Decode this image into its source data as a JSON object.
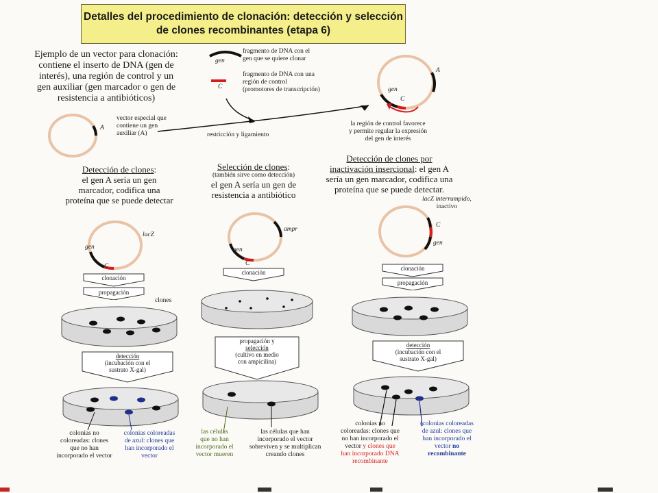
{
  "title": {
    "line1": "Detalles del procedimiento de clonación: detección y selección",
    "line2": "de clones recombinantes (etapa 6)"
  },
  "intro": {
    "lines": [
      "Ejemplo de un vector para clonación:",
      "contiene el inserto de DNA (gen de",
      "interés), una región de control y un",
      "gen auxiliar (gen marcador o gen de",
      "resistencia a antibióticos)"
    ]
  },
  "legend": {
    "gen_tag": "gen",
    "c_tag": "C",
    "a_tag": "A",
    "gen_desc": [
      "fragmento de DNA con el",
      "gen que se quiere clonar"
    ],
    "control_desc": [
      "fragmento de DNA con una",
      "región de control",
      "(promotores de transcripción)"
    ],
    "vector_desc": [
      "vector especial que",
      "contiene un gen",
      "auxiliar (A)"
    ],
    "restriction": "restricción y ligamiento",
    "control_note": [
      "la región de control favorece",
      "y permite regular la expresión",
      "del gen de interés"
    ]
  },
  "columns": {
    "left": {
      "heading_u": "Detección de clones",
      "heading_rest": ":",
      "lines": [
        "el gen A sería un gen",
        "marcador, codifica una",
        "proteína que se puede detectar"
      ],
      "plasmid_tag": "lacZ",
      "step1": "clonación",
      "step2": "propagación",
      "clones": "clones",
      "detect_u": "detección",
      "detect_rest": [
        "(incubación con el",
        "sustrato X-gal)"
      ],
      "cap_black": [
        "colonias no",
        "coloreadas: clones",
        "que no han",
        "incorporado el vector"
      ],
      "cap_blue": [
        "colonias coloreadas",
        "de azul: clones que",
        "han incorporado el",
        "vector"
      ]
    },
    "middle": {
      "heading_u": "Selección de clones",
      "heading_rest": ":",
      "sub": "(también sirve como detección)",
      "lines": [
        "el gen A sería un gen de",
        "resistencia a antibiótico"
      ],
      "plasmid_tag": "ampr",
      "step1": "clonación",
      "sel_lines": [
        "propagación y",
        "selección",
        "(cultivo en medio",
        "con ampicilina)"
      ],
      "cap_green": [
        "las células",
        "que no han",
        "incorporado el",
        "vector mueren"
      ],
      "cap_black": [
        "las células que han",
        "incorporado el vector",
        "sobreviven y se multiplican",
        "creando clones"
      ]
    },
    "right": {
      "heading_u1": "Detección de clones por",
      "heading_u2": "inactivación insercional",
      "heading_rest": ":  el gen A",
      "lines": [
        "sería un gen marcador, codifica una",
        "proteína que se puede detectar."
      ],
      "lacz_note": [
        "lacZ interrumpido,",
        "inactivo"
      ],
      "step1": "clonación",
      "step2": "propagación",
      "detect_u": "detección",
      "detect_rest": [
        "(incubación con el",
        "sustrato X-gal)"
      ],
      "cap_left_black": [
        "colonias no",
        "coloreadas: clones que",
        "no han incorporado el",
        "vector"
      ],
      "cap_left_red": [
        "y clones que",
        "han incorporado DNA",
        "recombinante"
      ],
      "cap_right_blue": [
        "(colonias coloreadas",
        "de azul: clones que",
        "han incorporado el",
        "vector"
      ],
      "cap_right_bold": "no",
      "cap_right_bold2": "recombinante"
    }
  }
}
